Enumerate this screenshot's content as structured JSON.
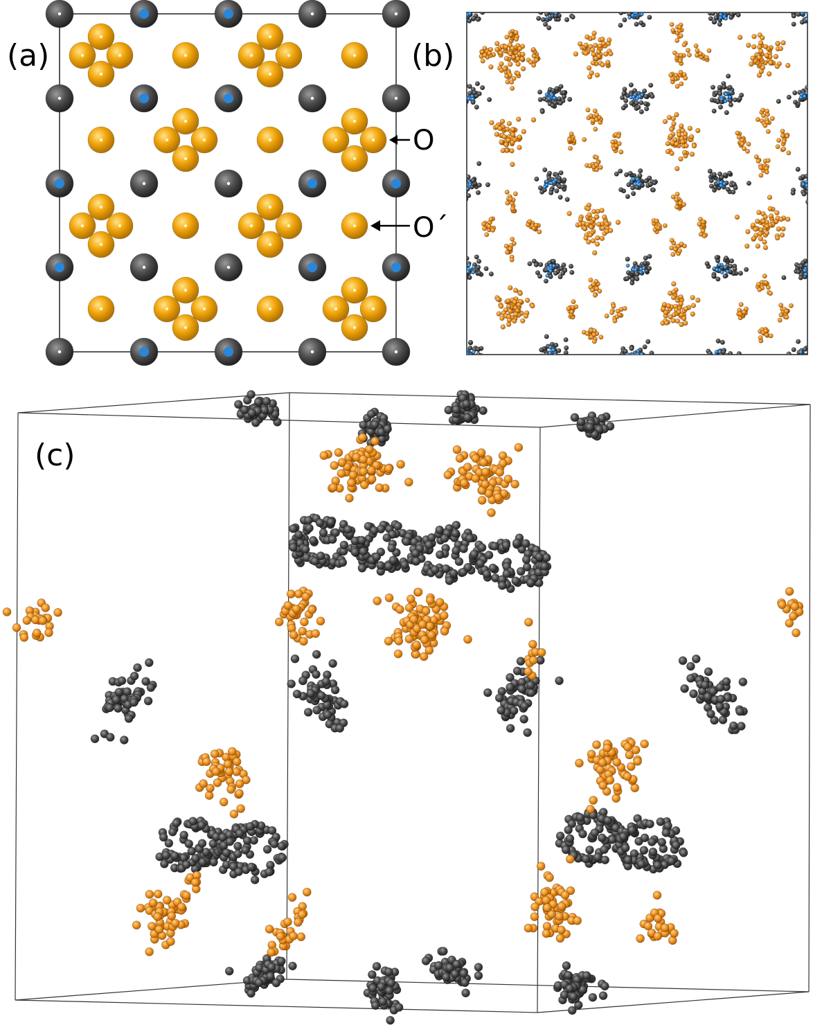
{
  "panels": {
    "a": {
      "label": "(a)",
      "site_labels": {
        "o": "O",
        "o_prime": "O´"
      }
    },
    "b": {
      "label": "(b)"
    },
    "c": {
      "label": "(c)"
    }
  },
  "colors": {
    "oxygen": "#f2a007",
    "oxygen_md": "#ef8f1a",
    "cation_dark": "#444444",
    "cation_blue": "#2a86d9",
    "frame": "#333333"
  }
}
